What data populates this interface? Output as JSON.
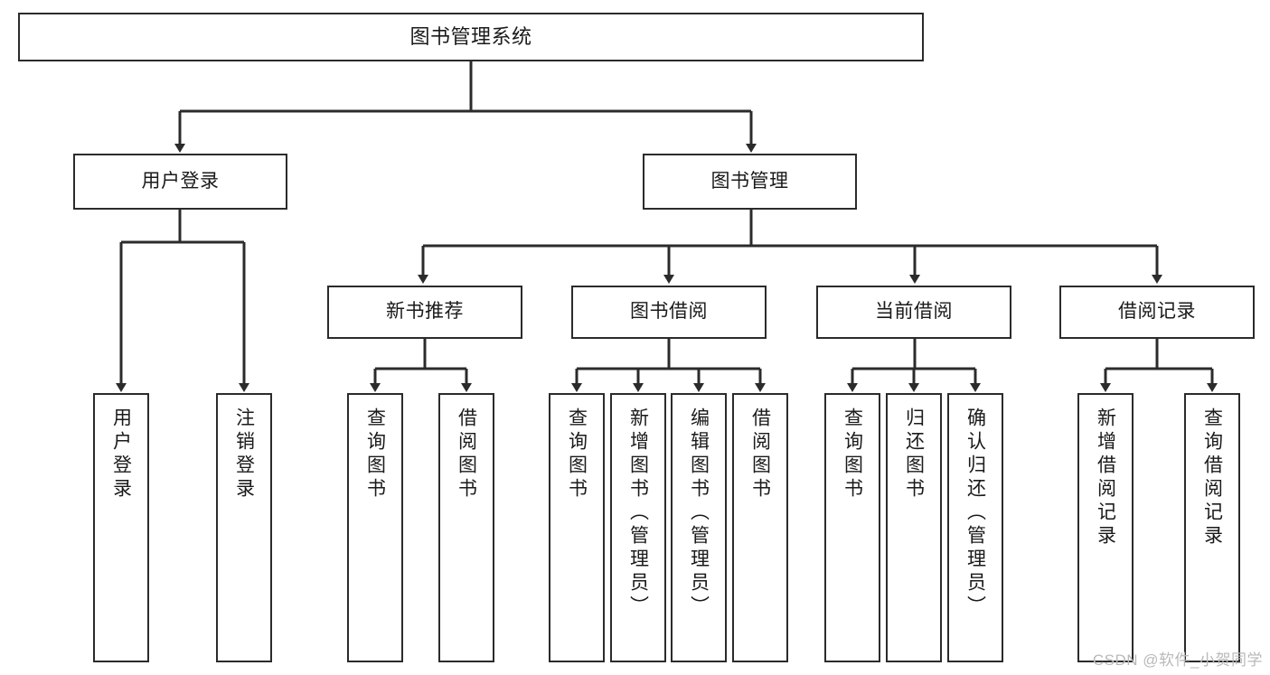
{
  "diagram": {
    "title": "图书管理系统",
    "type": "tree",
    "watermark": "CSDN @软件_小贺同学",
    "colors": {
      "stroke": "#2b2b2b",
      "fill": "#ffffff",
      "text": "#1a1a1a",
      "watermark": "#b9b9b9"
    },
    "nodes": {
      "root": {
        "label": "图书管理系统"
      },
      "level2": [
        {
          "label": "用户登录"
        },
        {
          "label": "图书管理"
        }
      ],
      "level3": [
        {
          "label": "新书推荐"
        },
        {
          "label": "图书借阅"
        },
        {
          "label": "当前借阅"
        },
        {
          "label": "借阅记录"
        }
      ],
      "leaves": {
        "user_login": [
          {
            "label": "用户登录"
          },
          {
            "label": "注销登录"
          }
        ],
        "new_book_recommend": [
          {
            "label": "查询图书"
          },
          {
            "label": "借阅图书"
          }
        ],
        "book_borrow": [
          {
            "label": "查询图书"
          },
          {
            "label": "新增图书（管理员）"
          },
          {
            "label": "编辑图书（管理员）"
          },
          {
            "label": "借阅图书"
          }
        ],
        "current_borrow": [
          {
            "label": "查询图书"
          },
          {
            "label": "归还图书"
          },
          {
            "label": "确认归还（管理员）"
          }
        ],
        "borrow_record": [
          {
            "label": "新增借阅记录"
          },
          {
            "label": "查询借阅记录"
          }
        ]
      }
    }
  }
}
